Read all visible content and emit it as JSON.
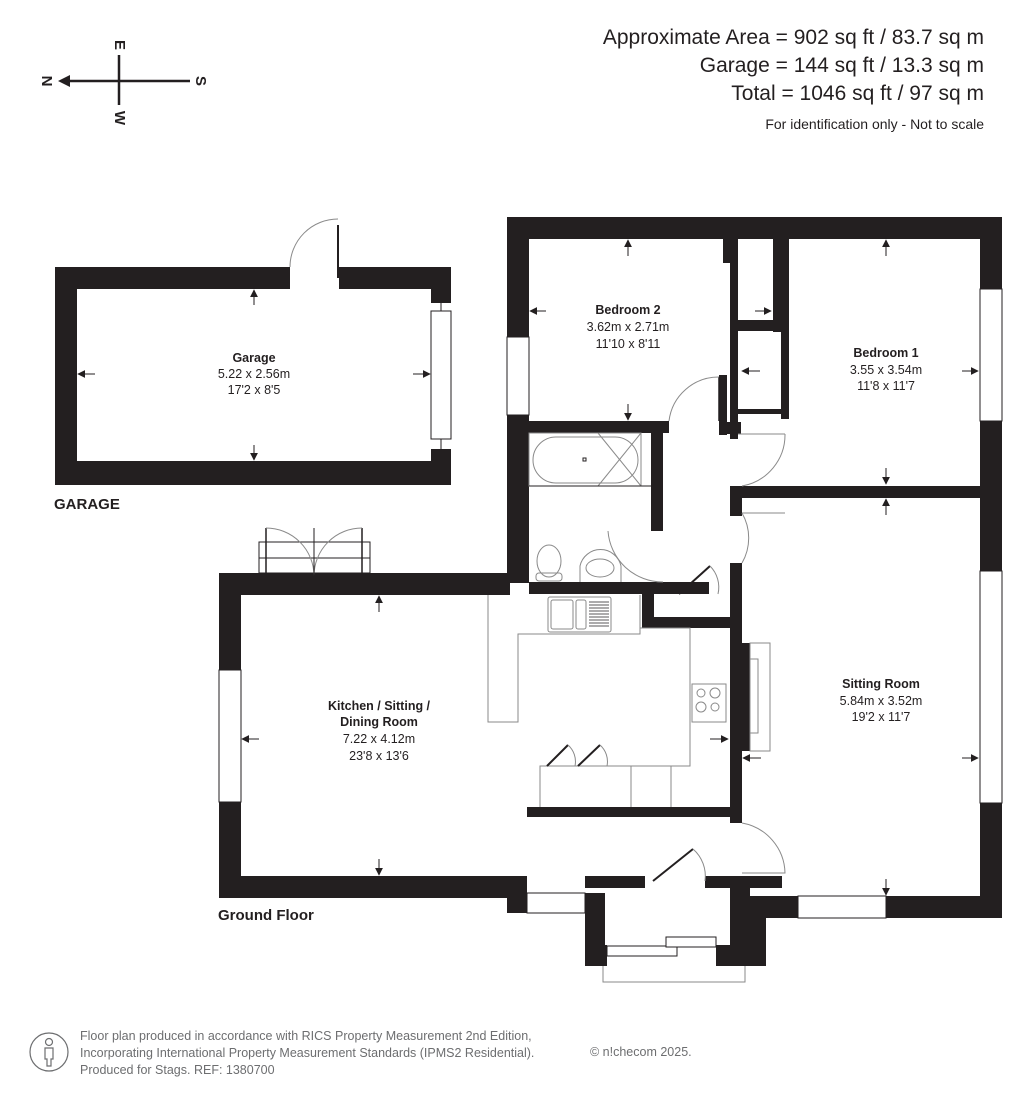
{
  "area_summary": {
    "approximate_area": "Approximate Area = 902 sq ft / 83.7 sq m",
    "garage_area": "Garage = 144 sq ft / 13.3 sq m",
    "total_area": "Total = 1046 sq ft / 97 sq m",
    "note": "For identification only - Not to scale"
  },
  "compass": {
    "icon": "compass-arrow-icon",
    "north": "N",
    "south": "S",
    "east": "E",
    "west": "W"
  },
  "floors": [
    {
      "label": "GARAGE",
      "rooms": [
        {
          "name": "Garage",
          "metric": "5.22 x 2.56m",
          "imperial": "17'2 x 8'5"
        }
      ]
    },
    {
      "label": "Ground Floor",
      "rooms": [
        {
          "name": "Bedroom 2",
          "metric": "3.62m x 2.71m",
          "imperial": "11'10 x 8'11"
        },
        {
          "name": "Bedroom 1",
          "metric": "3.55 x 3.54m",
          "imperial": "11'8 x 11'7"
        },
        {
          "name_line1": "Kitchen / Sitting /",
          "name_line2": "Dining Room",
          "metric": "7.22 x 4.12m",
          "imperial": "23'8 x 13'6"
        },
        {
          "name": "Sitting Room",
          "metric": "5.84m x 3.52m",
          "imperial": "19'2 x 11'7"
        }
      ]
    }
  ],
  "footer": {
    "icon": "person-icon",
    "line1": "Floor plan produced in accordance with RICS Property Measurement 2nd Edition,",
    "line2": "Incorporating International Property Measurement Standards (IPMS2 Residential).",
    "line3": "Produced for Stags.   REF: 1380700",
    "copyright": "© n!checom 2025."
  },
  "colors": {
    "wall": "#231f20",
    "text": "#231f20",
    "footer_text": "#6d6e70",
    "background": "#ffffff"
  }
}
